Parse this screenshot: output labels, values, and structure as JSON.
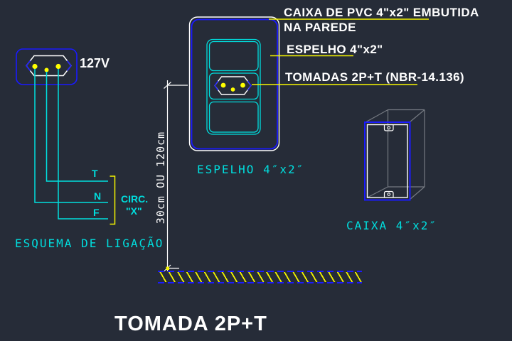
{
  "drawing": {
    "voltage_label": "127V",
    "callouts": {
      "caixa_line1": "CAIXA DE PVC 4\"x2\" EMBUTIDA",
      "caixa_line2": "NA PAREDE",
      "espelho": "ESPELHO 4\"x2\"",
      "tomadas": "TOMADAS 2P+T (NBR-14.136)"
    },
    "wiring_diagram": {
      "terminal_t": "T",
      "terminal_n": "N",
      "terminal_f": "F",
      "circuit_line1": "CIRC.",
      "circuit_line2": "\"X\"",
      "caption": "ESQUEMA DE LIGAÇÃO"
    },
    "dimension_label": "30cm OU 120cm",
    "espelho_caption": "ESPELHO 4″x2″",
    "caixa_caption": "CAIXA 4″x2″",
    "title": "TOMADA 2P+T",
    "colors": {
      "background": "#262c38",
      "line_blue": "#1a1aff",
      "line_cyan": "#00dede",
      "line_yellow": "#f5f500",
      "line_white": "#ffffff",
      "line_gray": "#757a82",
      "pin_yellow": "#ffff00"
    }
  }
}
